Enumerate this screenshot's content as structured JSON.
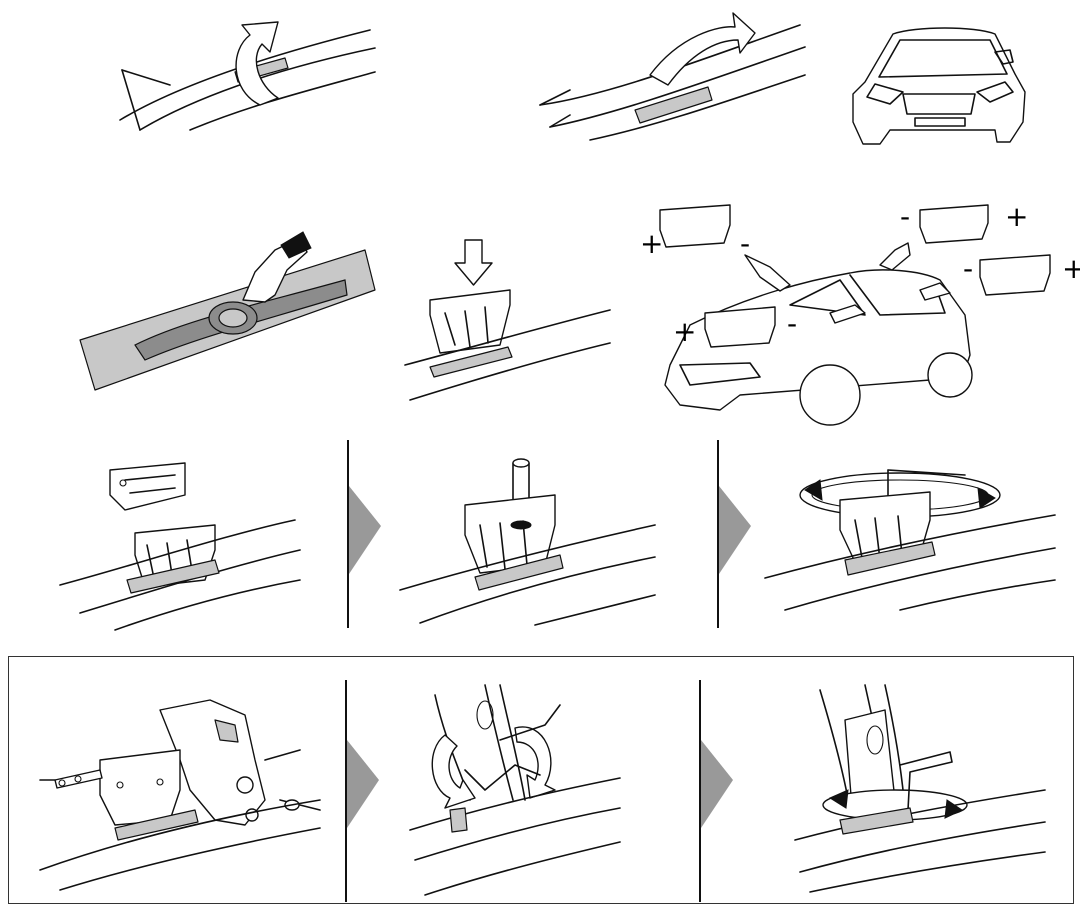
{
  "colors": {
    "line": "#111111",
    "pad_gray": "#c8c8c8",
    "arrow_gray": "#999999",
    "background": "#ffffff"
  },
  "signs": {
    "plus": "+",
    "minus": "-"
  },
  "steps": [
    {
      "row": 1,
      "panels": [
        "remove-rail-cover",
        "replace-rail-cover",
        "car-front-view"
      ]
    },
    {
      "row": 2,
      "panels": [
        "clean-rail-surface",
        "place-pad-on-rail",
        "foot-positions-on-car"
      ]
    },
    {
      "row": 3,
      "panels": [
        "place-clamp-bracket",
        "insert-bolt",
        "tighten-with-hex-key"
      ]
    },
    {
      "row": 4,
      "panels": [
        "assemble-foot-cover",
        "tighten-foot",
        "final-tighten-check"
      ]
    }
  ]
}
